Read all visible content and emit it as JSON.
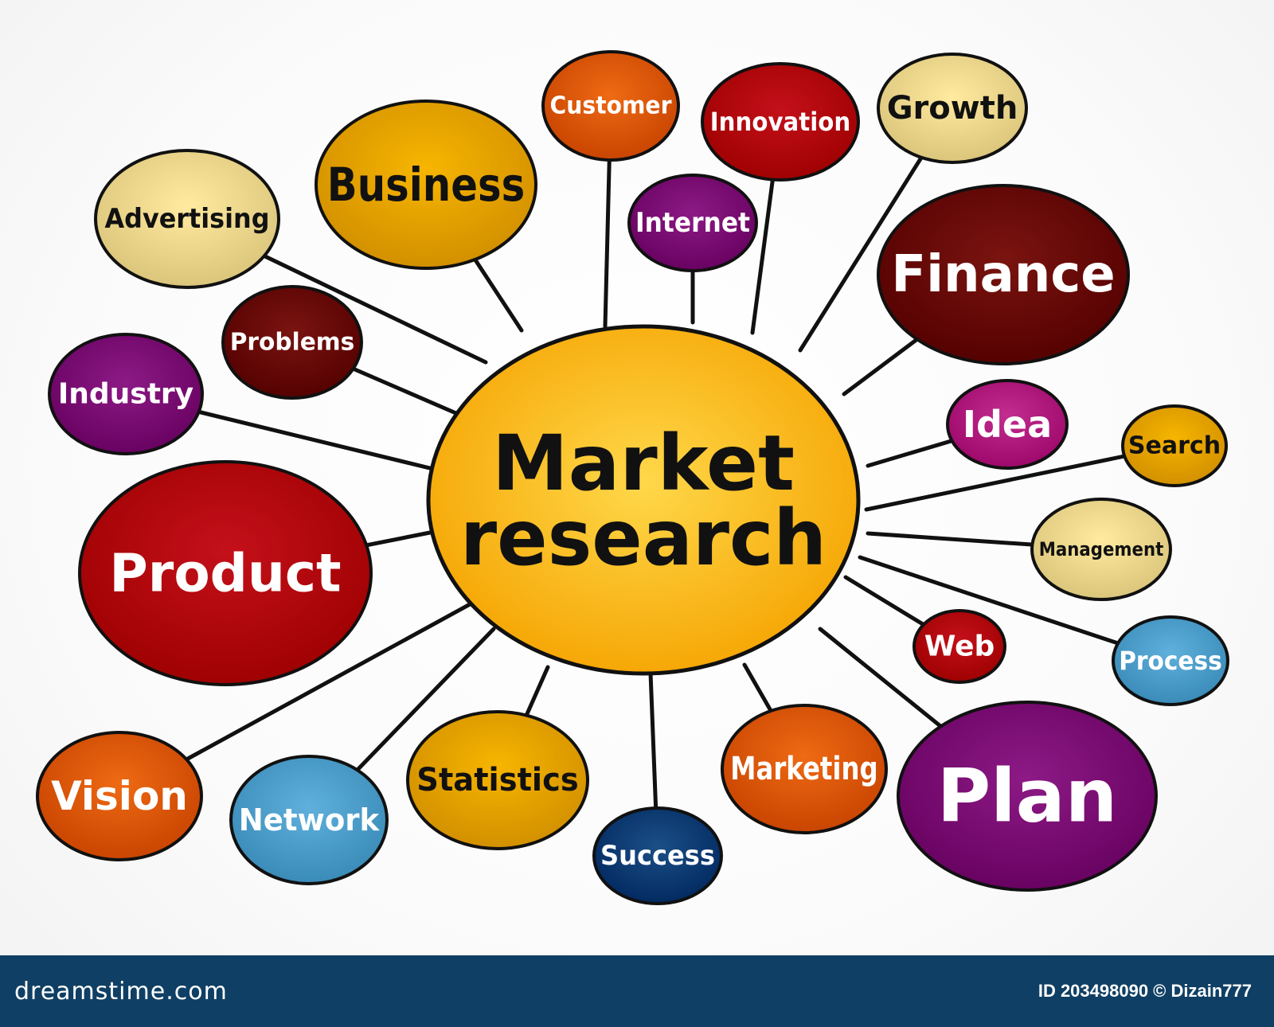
{
  "diagram": {
    "center": {
      "label_line1": "Market",
      "label_line2": "research"
    },
    "nodes": [
      {
        "id": "business",
        "label": "Business",
        "color": "#f7b500",
        "text_color": "#111111"
      },
      {
        "id": "customer",
        "label": "Customer",
        "color": "#ee6a13",
        "text_color": "#ffffff"
      },
      {
        "id": "innovation",
        "label": "Innovation",
        "color": "#c4101a",
        "text_color": "#ffffff"
      },
      {
        "id": "growth",
        "label": "Growth",
        "color": "#ffeaa0",
        "text_color": "#111111"
      },
      {
        "id": "advertising",
        "label": "Advertising",
        "color": "#ffeaa0",
        "text_color": "#111111"
      },
      {
        "id": "internet",
        "label": "Internet",
        "color": "#8d1a86",
        "text_color": "#ffffff"
      },
      {
        "id": "finance",
        "label": "Finance",
        "color": "#7a1410",
        "text_color": "#ffffff"
      },
      {
        "id": "problems",
        "label": "Problems",
        "color": "#7a1410",
        "text_color": "#ffffff"
      },
      {
        "id": "industry",
        "label": "Industry",
        "color": "#8d1a86",
        "text_color": "#ffffff"
      },
      {
        "id": "idea",
        "label": "Idea",
        "color": "#c22d8f",
        "text_color": "#ffffff"
      },
      {
        "id": "search",
        "label": "Search",
        "color": "#f7b500",
        "text_color": "#111111"
      },
      {
        "id": "management",
        "label": "Management",
        "color": "#ffeaa0",
        "text_color": "#111111"
      },
      {
        "id": "product",
        "label": "Product",
        "color": "#c4101a",
        "text_color": "#ffffff"
      },
      {
        "id": "web",
        "label": "Web",
        "color": "#c4101a",
        "text_color": "#ffffff"
      },
      {
        "id": "process",
        "label": "Process",
        "color": "#5fb0dc",
        "text_color": "#ffffff"
      },
      {
        "id": "vision",
        "label": "Vision",
        "color": "#ee6a13",
        "text_color": "#ffffff"
      },
      {
        "id": "network",
        "label": "Network",
        "color": "#5fb0dc",
        "text_color": "#ffffff"
      },
      {
        "id": "statistics",
        "label": "Statistics",
        "color": "#f7b500",
        "text_color": "#111111"
      },
      {
        "id": "success",
        "label": "Success",
        "color": "#1b4f86",
        "text_color": "#ffffff"
      },
      {
        "id": "marketing",
        "label": "Marketing",
        "color": "#ee6a13",
        "text_color": "#ffffff"
      },
      {
        "id": "plan",
        "label": "Plan",
        "color": "#8d1a86",
        "text_color": "#ffffff"
      }
    ],
    "center_color": "#f7b500"
  },
  "footer": {
    "logo": "dreamstime.com",
    "credit": "ID 203498090 © Dizain777"
  }
}
